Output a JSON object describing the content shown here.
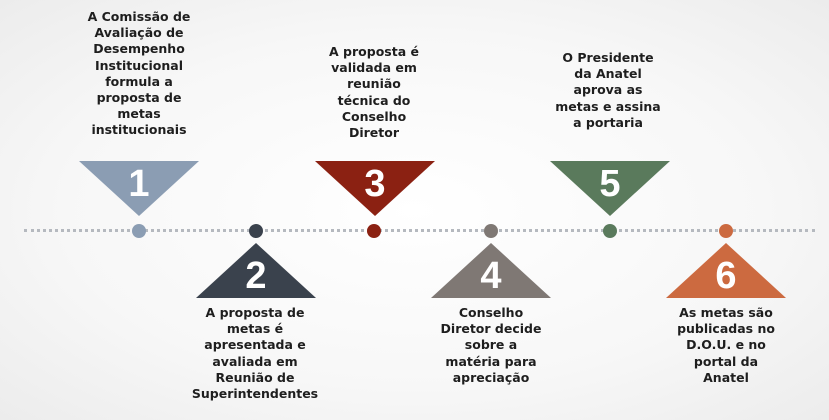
{
  "steps": [
    {
      "number": "1",
      "text": "A Comissão de\nAvaliação de\nDesempenho\nInstitucional\nformula a\nproposta de\nmetas\ninstitucionais",
      "color": "#8b9db3",
      "dot_color": "#8b9db3"
    },
    {
      "number": "2",
      "text": "A proposta de\nmetas é\napresentada e\navaliada em\nReunião de\nSuperintendentes",
      "color": "#3a424d",
      "dot_color": "#3a424d"
    },
    {
      "number": "3",
      "text": "A proposta é\nvalidada em\nreunião\ntécnica do\nConselho\nDiretor",
      "color": "#8b2112",
      "dot_color": "#8b2112"
    },
    {
      "number": "4",
      "text": "Conselho\nDiretor decide\nsobre a\nmatéria para\napreciação",
      "color": "#7f7874",
      "dot_color": "#7f7874"
    },
    {
      "number": "5",
      "text": "O Presidente\nda Anatel\naprova as\nmetas e assina\na portaria",
      "color": "#5a7a5c",
      "dot_color": "#5a7a5c"
    },
    {
      "number": "6",
      "text": "As metas são\npublicadas no\nD.O.U. e no\nportal da\nAnatel",
      "color": "#cc6a40",
      "dot_color": "#cc6a40"
    }
  ]
}
